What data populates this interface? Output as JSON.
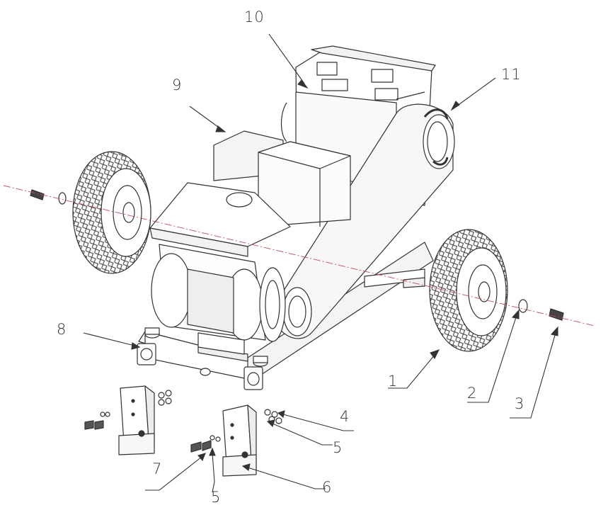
{
  "diagram": {
    "callouts": [
      {
        "id": "c1",
        "label": "1"
      },
      {
        "id": "c2",
        "label": "2"
      },
      {
        "id": "c3",
        "label": "3"
      },
      {
        "id": "c4",
        "label": "4"
      },
      {
        "id": "c5a",
        "label": "5"
      },
      {
        "id": "c5b",
        "label": "5"
      },
      {
        "id": "c6",
        "label": "6"
      },
      {
        "id": "c7",
        "label": "7"
      },
      {
        "id": "c8",
        "label": "8"
      },
      {
        "id": "c9",
        "label": "9"
      },
      {
        "id": "c10",
        "label": "10"
      },
      {
        "id": "c11",
        "label": "11"
      }
    ],
    "colors": {
      "line": "#333333",
      "axis": "#c84b5a",
      "fill": "#ffffff",
      "shade": "#e6e6e6"
    }
  }
}
